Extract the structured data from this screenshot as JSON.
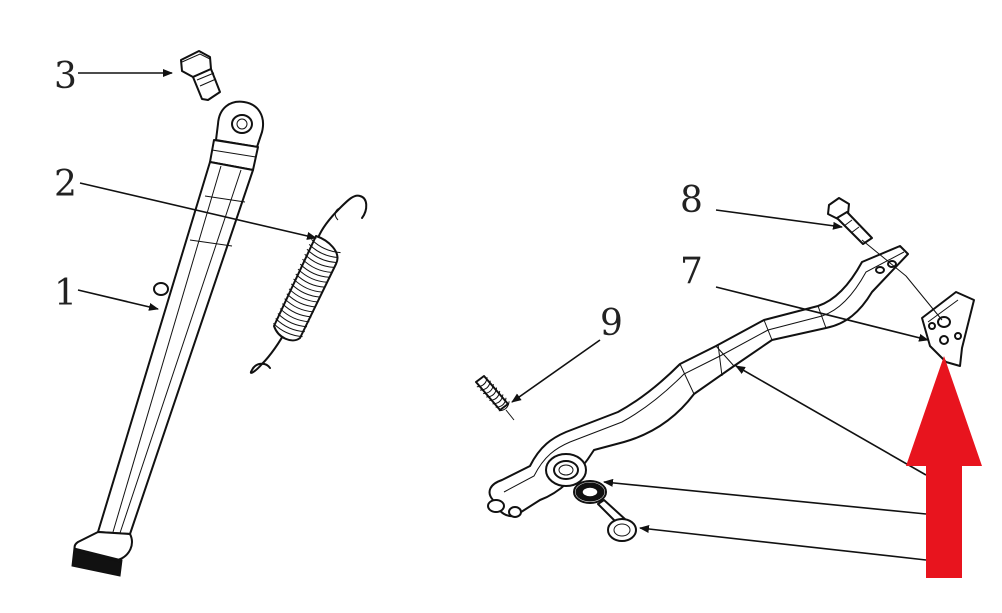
{
  "callouts": [
    {
      "id": "1",
      "label": "1"
    },
    {
      "id": "2",
      "label": "2"
    },
    {
      "id": "3",
      "label": "3"
    },
    {
      "id": "7",
      "label": "7"
    },
    {
      "id": "8",
      "label": "8"
    },
    {
      "id": "9",
      "label": "9"
    }
  ],
  "colors": {
    "line": "#111111",
    "arrow": "#e8141e",
    "background": "#ffffff"
  }
}
